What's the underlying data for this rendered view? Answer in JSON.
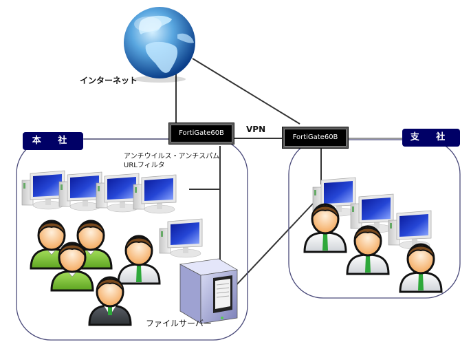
{
  "diagram": {
    "internet": {
      "label": "インターネット",
      "icon": "globe-icon"
    },
    "vpn_label": "VPN",
    "head_office": {
      "tab_label": "本 社",
      "firewall_label": "FortiGate60B",
      "features_line1": "アンチウイルス・アンチスパム",
      "features_line2": "URLフィルタ",
      "file_server_label": "ファイルサーバー",
      "pc_count": 5,
      "user_count": 5
    },
    "branch_office": {
      "tab_label": "支 社",
      "firewall_label": "FortiGate60B",
      "pc_count": 3,
      "user_count": 3
    },
    "colors": {
      "tab_bg": "#000066",
      "firewall_bg": "#000000",
      "link": "#333333",
      "site_border": "#4a4a7a",
      "screen": "#1a2fb0",
      "shirt_green": "#7cc43a",
      "tie": "#2ea83a",
      "hair": "#7a4a1e",
      "skin": "#ffd9a8"
    }
  }
}
